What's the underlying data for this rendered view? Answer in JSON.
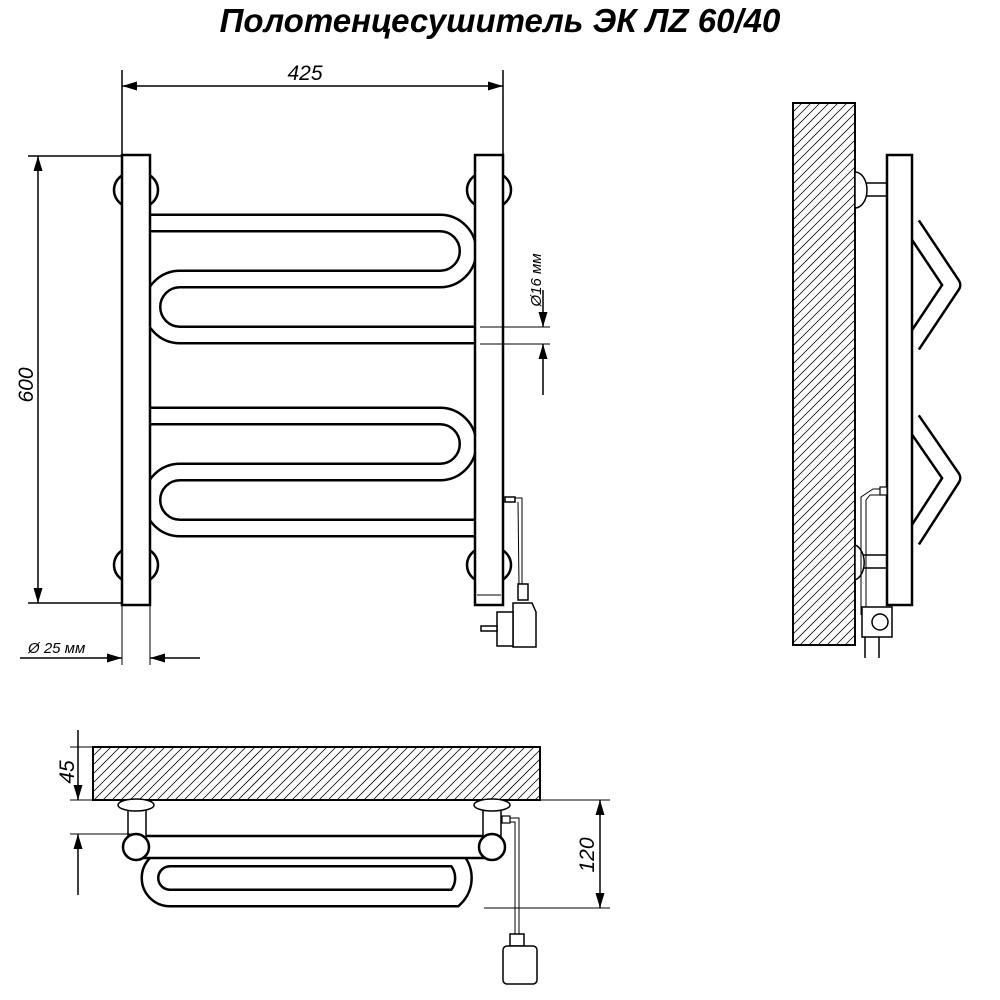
{
  "title": "Полотенцесушитель ЭК ЛZ 60/40",
  "dimensions": {
    "width": "425",
    "height": "600",
    "tube_diameter": "Ø16 мм",
    "post_diameter": "Ø 25 мм",
    "wall_thickness": "45",
    "depth": "120"
  },
  "colors": {
    "line": "#000000",
    "background": "#ffffff"
  }
}
